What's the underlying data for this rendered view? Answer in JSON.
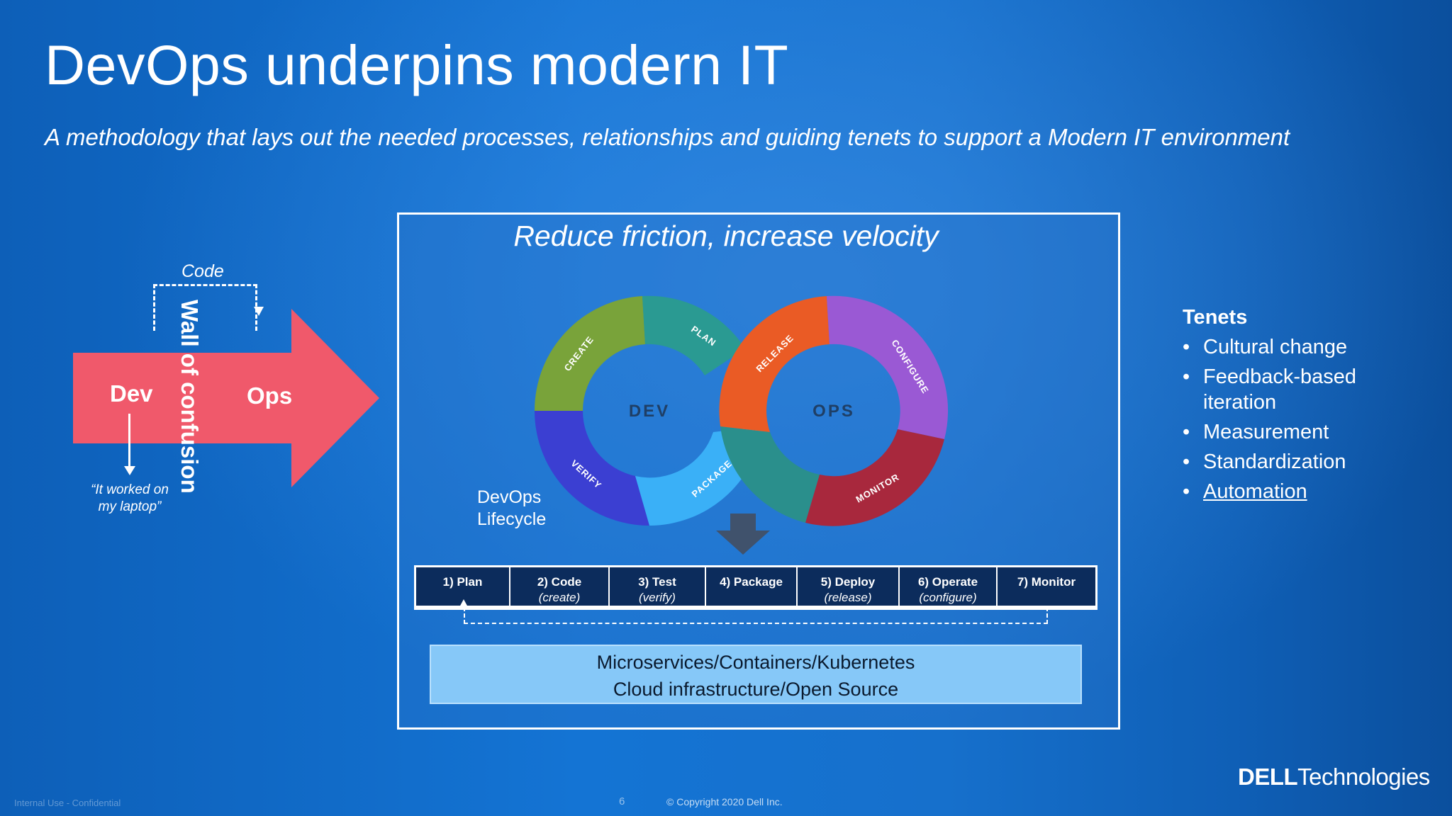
{
  "title": "DevOps underpins modern IT",
  "subtitle": "A methodology that lays out the needed processes, relationships and guiding tenets to support a Modern IT environment",
  "left": {
    "code_label": "Code",
    "dev_label": "Dev",
    "ops_label": "Ops",
    "wall_label": "Wall of confusion",
    "quote": "“It worked on my laptop”",
    "colors": {
      "arrow": "#f0596b"
    }
  },
  "frame": {
    "title": "Reduce friction, increase velocity",
    "lifecycle_label": "DevOps Lifecycle",
    "infinity": {
      "dev_label": "DEV",
      "ops_label": "OPS",
      "segments": [
        {
          "label": "CREATE",
          "color": "#79a33a"
        },
        {
          "label": "PLAN",
          "color": "#2a9a92"
        },
        {
          "label": "VERIFY",
          "color": "#3b3fd2"
        },
        {
          "label": "PACKAGE",
          "color": "#3ab0f7"
        },
        {
          "label": "RELEASE",
          "color": "#ea5b25"
        },
        {
          "label": "CONFIGURE",
          "color": "#9a59d4"
        },
        {
          "label": "MONITOR",
          "color": "#a8283d"
        }
      ]
    },
    "phases": [
      {
        "name": "1) Plan",
        "sub": ""
      },
      {
        "name": "2) Code",
        "sub": "(create)"
      },
      {
        "name": "3) Test",
        "sub": "(verify)"
      },
      {
        "name": "4) Package",
        "sub": ""
      },
      {
        "name": "5) Deploy",
        "sub": "(release)"
      },
      {
        "name": "6) Operate",
        "sub": "(configure)"
      },
      {
        "name": "7) Monitor",
        "sub": ""
      }
    ],
    "platform": {
      "line1": "Microservices/Containers/Kubernetes",
      "line2": "Cloud infrastructure/Open Source"
    }
  },
  "tenets": {
    "heading": "Tenets",
    "items": [
      "Cultural change",
      "Feedback-based iteration",
      "Measurement",
      "Standardization",
      "Automation"
    ]
  },
  "footer": {
    "logo_dell": "DELL",
    "logo_tech": "Technologies",
    "internal": "Internal Use - Confidential",
    "page": "6",
    "copyright": "© Copyright 2020 Dell Inc."
  }
}
